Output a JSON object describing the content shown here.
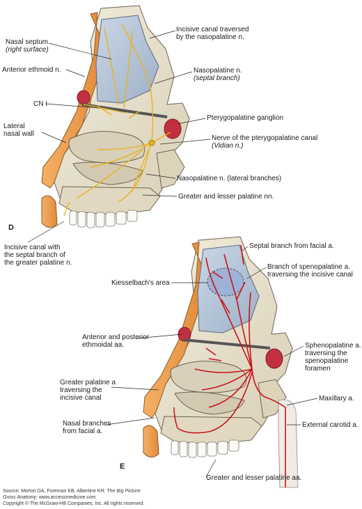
{
  "figure": {
    "panel_d": {
      "letter": "D",
      "labels": {
        "nasal_septum_line1": "Nasal septum",
        "nasal_septum_line2": "(right surface)",
        "anterior_ethmoid": "Anterior ethmoid n.",
        "cn1": "CN I",
        "lateral_nasal_wall_line1": "Lateral",
        "lateral_nasal_wall_line2": "nasal wall",
        "incisive_canal_np_line1": "Incisive canal traversed",
        "incisive_canal_np_line2": "by the nasopalatine n.",
        "nasopalatine_septal_line1": "Nasopalatine n.",
        "nasopalatine_septal_line2": "(septal branch)",
        "pterygopalatine_ganglion": "Pterygopalatine ganglion",
        "vidian_line1": "Nerve of the pterygopalatine canal",
        "vidian_line2": "(Vidian n.)",
        "nasopalatine_lateral": "Nasopalatine n. (lateral branches)",
        "greater_lesser_palatine_nn": "Greater and lesser palatine nn.",
        "incisive_canal_gp_line1": "Incisive canal with",
        "incisive_canal_gp_line2": "the septal branch of",
        "incisive_canal_gp_line3": "the greater palatine n."
      }
    },
    "panel_e": {
      "letter": "E",
      "labels": {
        "septal_branch_facial": "Septal branch from facial a.",
        "spheno_branch_line1": "Branch of spenopalatine a.",
        "spheno_branch_line2": "traversing the incisive canal",
        "kiesselbach": "Kiesselbach's area",
        "ant_post_ethmoidal_line1": "Anterior and posterior",
        "ant_post_ethmoidal_line2": "ethmoidal aa.",
        "sphenopalatine_line1": "Sphenopalatine a.",
        "sphenopalatine_line2": "traversing the",
        "sphenopalatine_line3": "spenopalatine",
        "sphenopalatine_line4": "foramen",
        "greater_palatine_incisive_line1": "Greater palatine a",
        "greater_palatine_incisive_line2": "traversing the",
        "greater_palatine_incisive_line3": "incisive canal",
        "maxillary": "Maxillary a.",
        "nasal_branches_line1": "Nasal branches",
        "nasal_branches_line2": "from facial a.",
        "external_carotid": "External carotid a.",
        "greater_lesser_palatine_aa": "Greater and lesser palatine aa."
      }
    }
  },
  "source": {
    "prefix": "Source: Morton DA, Foreman KB, Albertine KH: ",
    "book": "The Big Picture:",
    "book2": "Gross Anatomy",
    "url": ": www.accessmedicine.com",
    "copyright": "Copyright © The McGraw-Hill Companies, Inc. All rights reserved."
  },
  "colors": {
    "bone": "#e9e2cf",
    "septum": "#b8c6d8",
    "nerve": "#e8b21e",
    "artery": "#c8141c",
    "mucosa": "#f2a25a"
  }
}
